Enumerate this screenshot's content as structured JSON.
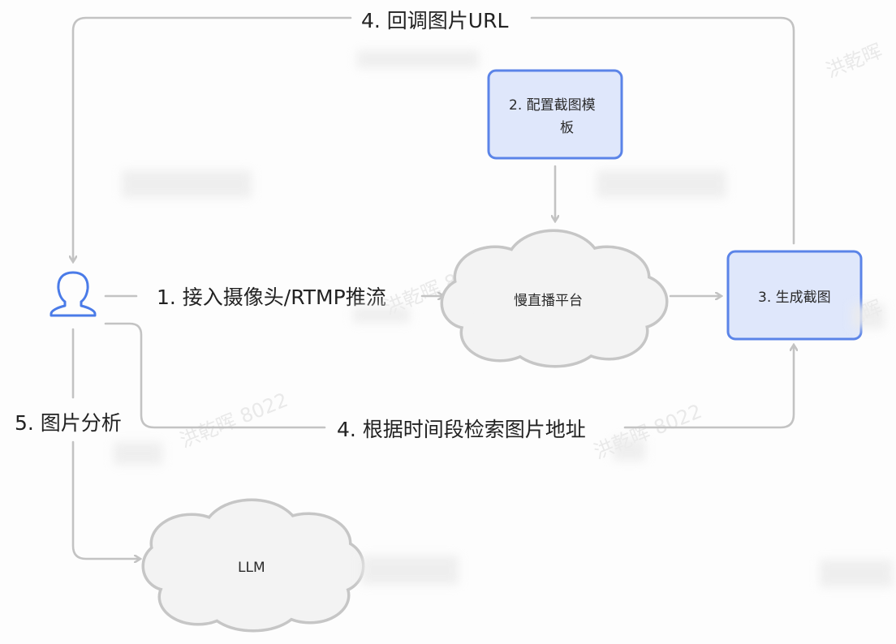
{
  "colors": {
    "arrow": "#c3c3c3",
    "cloud_fill": "#f3f3f3",
    "cloud_stroke": "#c6c6c6",
    "box_fill": "#dfe7fb",
    "box_stroke": "#5b84e8",
    "user_icon": "#4a7be8",
    "text": "#222222"
  },
  "nodes": {
    "user": {
      "icon": "user-icon"
    },
    "template": {
      "label_line1": "2. 配置截图模",
      "label_line2": "板"
    },
    "platform": {
      "label": "慢直播平台"
    },
    "snapshot": {
      "label": "3. 生成截图"
    },
    "llm": {
      "label": "LLM"
    }
  },
  "edges": {
    "push": "1. 接入摄像头/RTMP推流",
    "callback": "4. 回调图片URL",
    "search": "4. 根据时间段检索图片地址",
    "analyze": "5. 图片分析"
  },
  "watermark": {
    "text": "洪乾晖 8022",
    "short": "洪乾晖"
  }
}
